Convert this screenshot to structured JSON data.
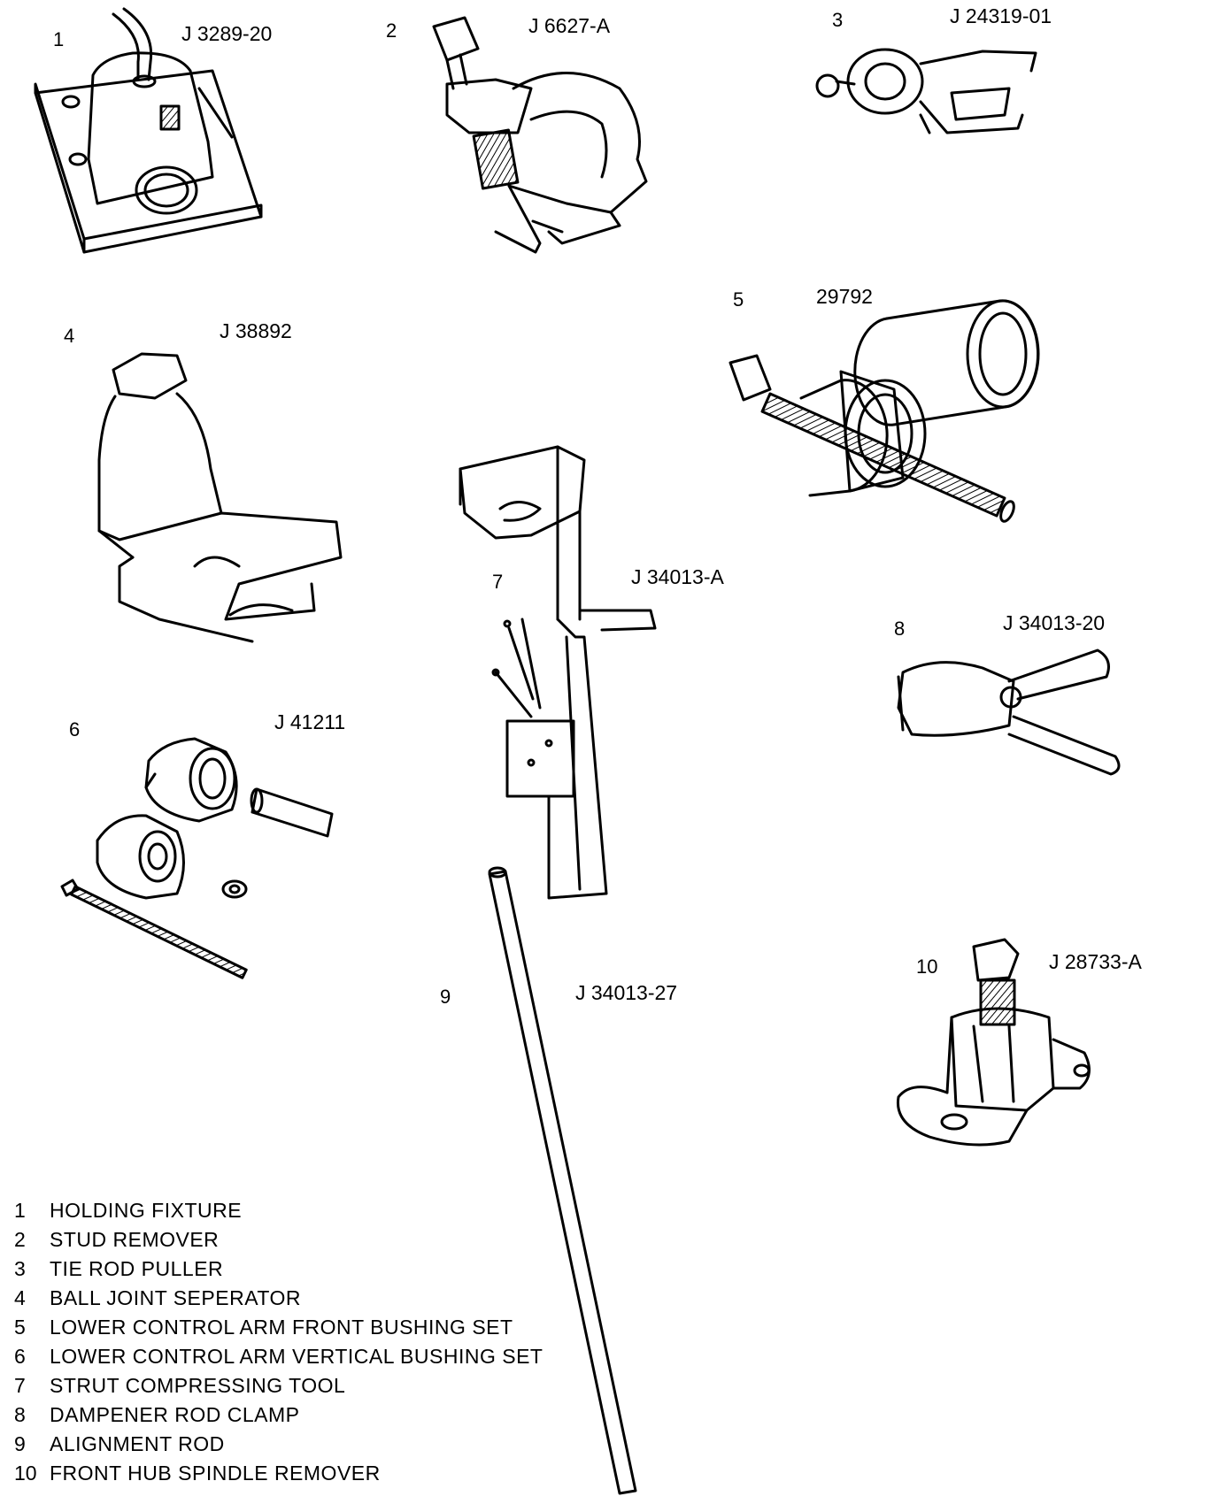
{
  "tools": [
    {
      "number": "1",
      "part": "J 3289-20",
      "name": "HOLDING FIXTURE"
    },
    {
      "number": "2",
      "part": "J 6627-A",
      "name": "STUD REMOVER"
    },
    {
      "number": "3",
      "part": "J 24319-01",
      "name": "TIE ROD PULLER"
    },
    {
      "number": "4",
      "part": "J 38892",
      "name": "BALL JOINT SEPERATOR"
    },
    {
      "number": "5",
      "part": "29792",
      "name": "LOWER CONTROL ARM FRONT BUSHING SET"
    },
    {
      "number": "6",
      "part": "J 41211",
      "name": "LOWER CONTROL ARM VERTICAL BUSHING SET"
    },
    {
      "number": "7",
      "part": "J 34013-A",
      "name": "STRUT COMPRESSING TOOL"
    },
    {
      "number": "8",
      "part": "J 34013-20",
      "name": "DAMPENER ROD CLAMP"
    },
    {
      "number": "9",
      "part": "J 34013-27",
      "name": "ALIGNMENT ROD"
    },
    {
      "number": "10",
      "part": "J 28733-A",
      "name": "FRONT HUB SPINDLE REMOVER"
    }
  ]
}
